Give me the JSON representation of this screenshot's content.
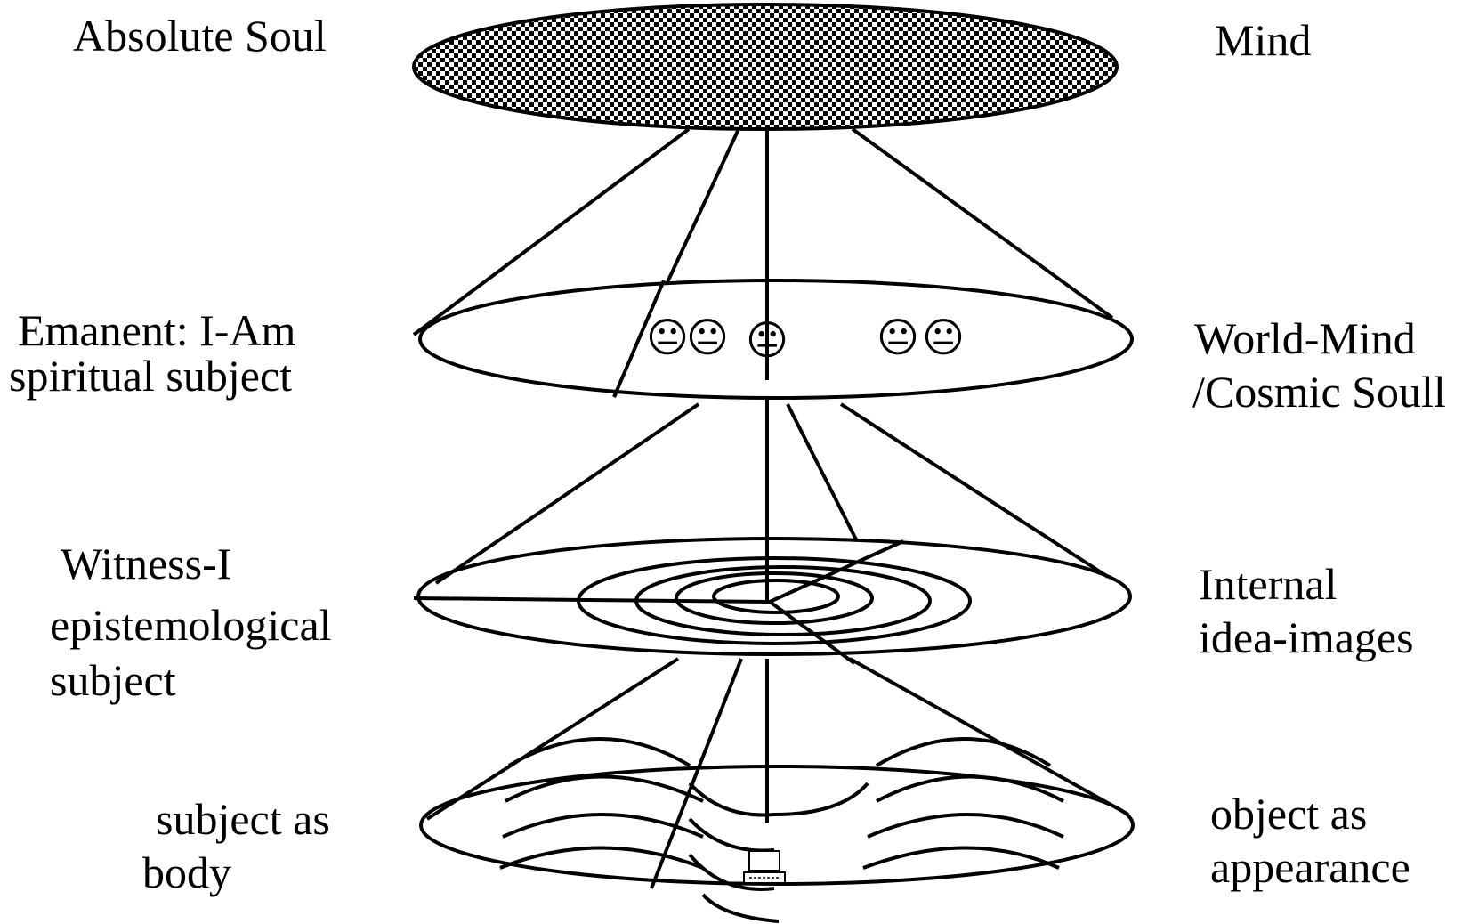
{
  "labels": {
    "left": {
      "absolute_soul": "Absolute Soul",
      "emanent_1": "Emanent: I-Am",
      "emanent_2": "spiritual subject",
      "witness_1": "Witness-I",
      "witness_2": "epistemological",
      "witness_3": "subject",
      "body_1": "subject as",
      "body_2": "body"
    },
    "right": {
      "mind": "Mind",
      "world_1": "World-Mind",
      "world_2": "/Cosmic Soull",
      "internal_1": "Internal",
      "internal_2": "idea-images",
      "object_1": "object as",
      "object_2": "appearance"
    }
  },
  "icons": {
    "faces": [
      "neutral-face-icon",
      "neutral-face-icon",
      "neutral-face-icon",
      "neutral-face-icon",
      "neutral-face-icon"
    ],
    "face_glyph": "😐",
    "computer": "computer-icon"
  },
  "colors": {
    "ink": "#000000",
    "paper": "#ffffff"
  }
}
